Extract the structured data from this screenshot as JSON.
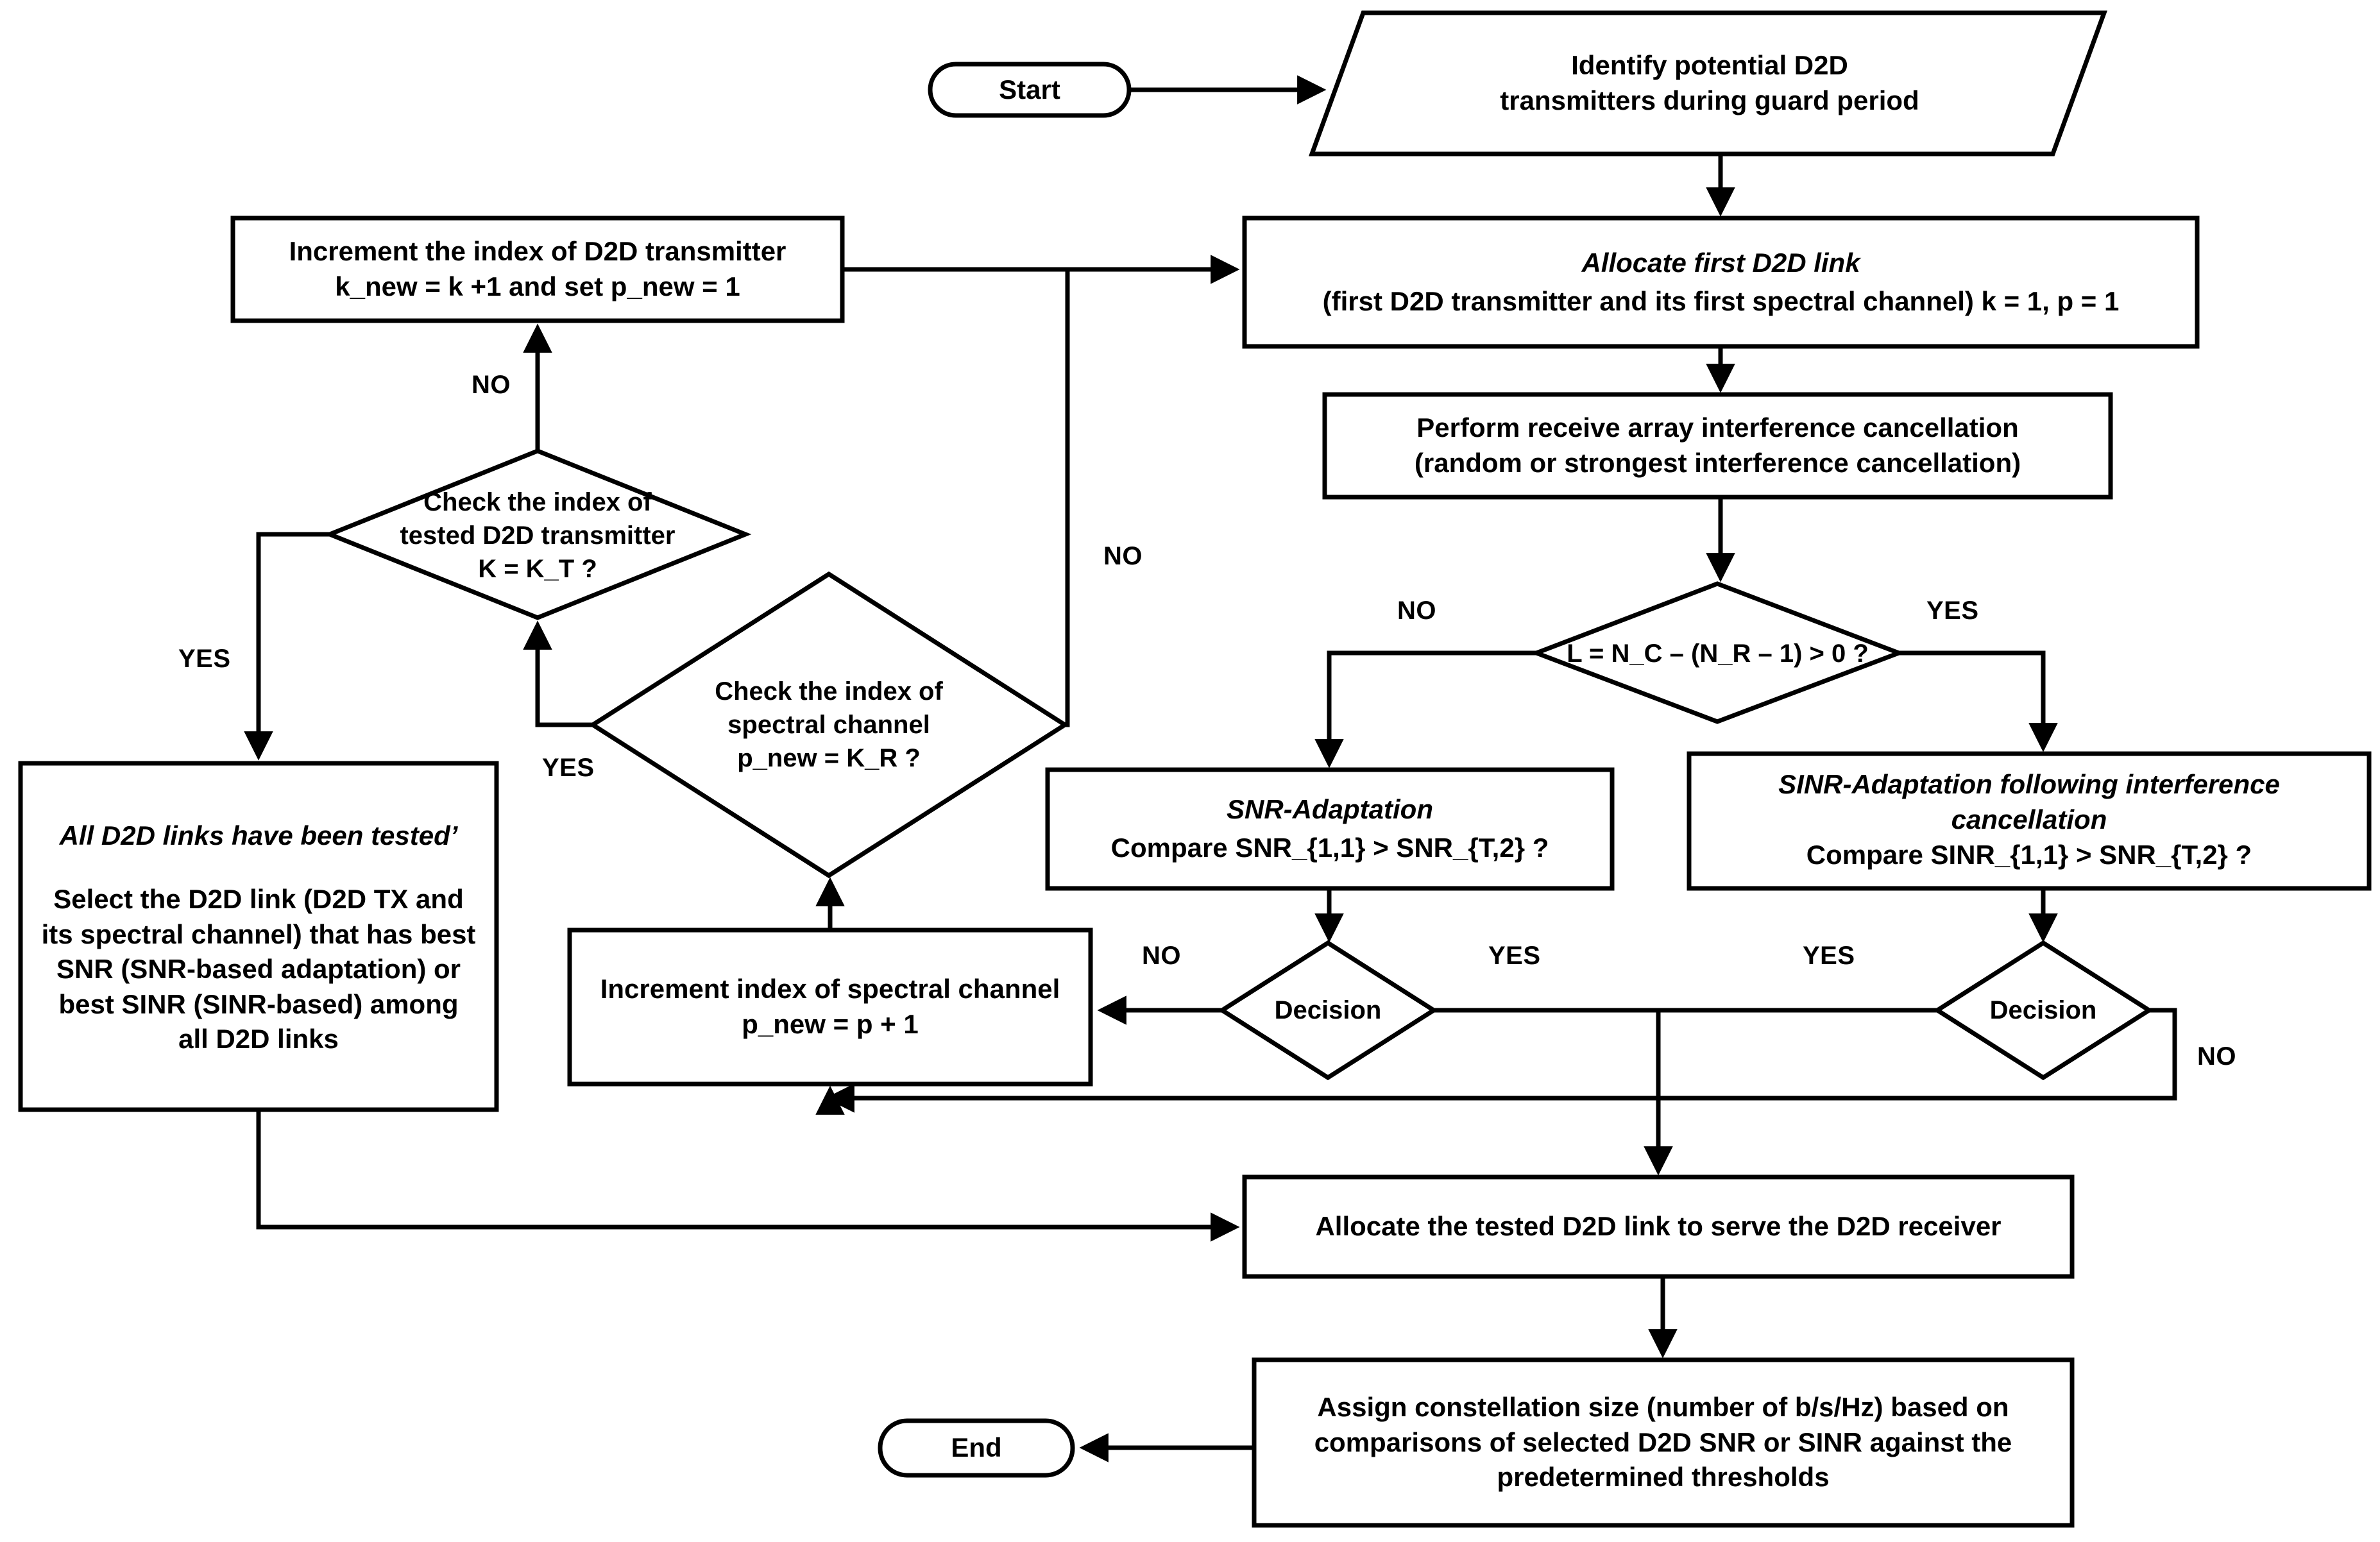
{
  "diagram": {
    "title": "D2D link allocation and adaptation flowchart",
    "colors": {
      "stroke": "#000000",
      "fill": "#ffffff",
      "text": "#000000"
    }
  },
  "nodes": {
    "start": {
      "label": "Start",
      "shape": "terminator"
    },
    "identify": {
      "label": "Identify potential D2D\ntransmitters during guard period",
      "shape": "parallelogram"
    },
    "increment_tx": {
      "label": "Increment the index of D2D transmitter\nk_new = k +1 and set p_new = 1",
      "shape": "process"
    },
    "allocate_first": {
      "label_italic": "Allocate first D2D link",
      "label": "(first D2D transmitter and its first spectral channel) k = 1, p = 1",
      "shape": "process"
    },
    "perform_cancel": {
      "label": "Perform receive array interference cancellation\n(random or strongest interference cancellation)",
      "shape": "process"
    },
    "decision_L": {
      "label": "L = N_C – (N_R – 1) > 0 ?",
      "shape": "decision"
    },
    "snr_adapt": {
      "label_italic": "SNR-Adaptation",
      "label": "Compare SNR_{1,1} > SNR_{T,2} ?",
      "shape": "process"
    },
    "sinr_adapt": {
      "label_italic": "SINR-Adaptation following interference\ncancellation",
      "label": "Compare SINR_{1,1} > SNR_{T,2} ?",
      "shape": "process"
    },
    "decision_left": {
      "label": "Decision",
      "shape": "decision"
    },
    "decision_right": {
      "label": "Decision",
      "shape": "decision"
    },
    "increment_channel": {
      "label": "Increment index of spectral channel\np_new = p + 1",
      "shape": "process"
    },
    "check_tx": {
      "label": "Check the index of\ntested D2D transmitter\nK = K_T ?",
      "shape": "decision"
    },
    "check_channel": {
      "label": "Check the index of\nspectral channel\np_new = K_R ?",
      "shape": "decision"
    },
    "all_tested": {
      "label_italic": "All D2D links have been tested’",
      "label": "Select the D2D link (D2D TX and\nits spectral channel) that has best\nSNR (SNR-based adaptation) or\nbest SINR (SINR-based) among\nall D2D links",
      "shape": "process"
    },
    "allocate_tested": {
      "label": "Allocate the tested D2D link to serve the D2D receiver",
      "shape": "process"
    },
    "assign_constellation": {
      "label": "Assign constellation size (number of b/s/Hz) based on\ncomparisons of selected D2D SNR or SINR against the\npredetermined thresholds",
      "shape": "process"
    },
    "end": {
      "label": "End",
      "shape": "terminator"
    }
  },
  "edge_labels": {
    "check_tx_no": "NO",
    "check_tx_yes": "YES",
    "check_channel_yes": "YES",
    "check_channel_no": "NO",
    "decision_L_no": "NO",
    "decision_L_yes": "YES",
    "decision_left_no": "NO",
    "decision_left_yes": "YES",
    "decision_right_yes": "YES",
    "decision_right_no": "NO"
  }
}
